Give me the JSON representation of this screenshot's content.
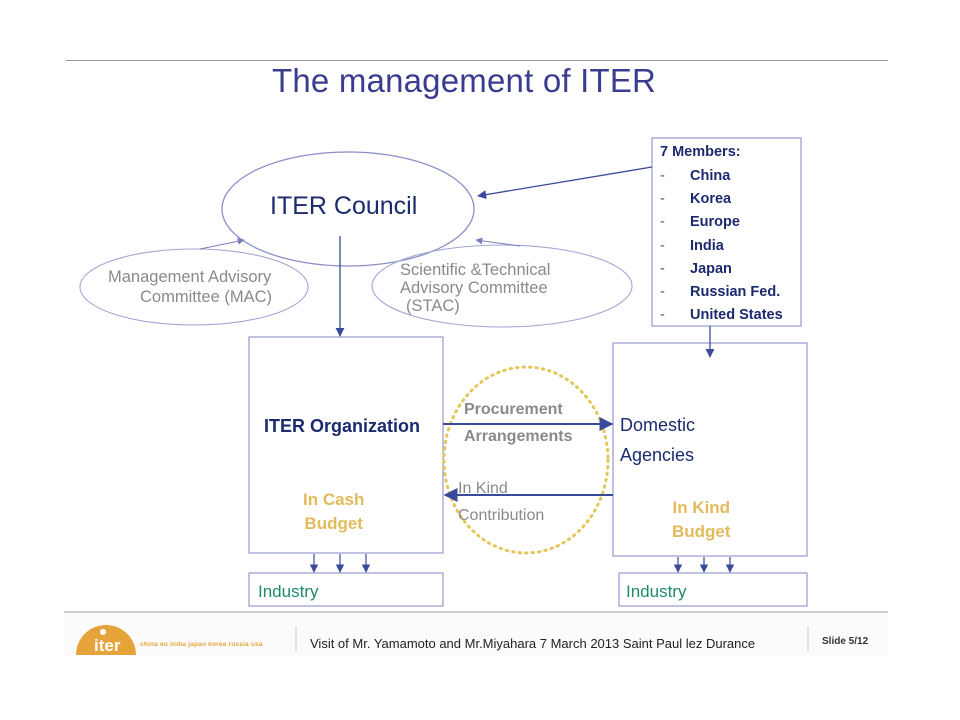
{
  "slide": {
    "title": "The management of ITER"
  },
  "diagram": {
    "council": "ITER Council",
    "mac": {
      "line1": "Management Advisory",
      "line2": "Committee (MAC)"
    },
    "stac": {
      "line1": "Scientific &Technical",
      "line2": "Advisory Committee",
      "line3": "(STAC)"
    },
    "members": {
      "heading": "7 Members:",
      "dash": "-",
      "items": [
        "China",
        "Korea",
        "Europe",
        "India",
        "Japan",
        "Russian Fed.",
        "United States"
      ]
    },
    "organization": "ITER Organization",
    "cash_budget": {
      "line1": "In Cash",
      "line2": "Budget"
    },
    "domestic_agencies": {
      "line1": "Domestic",
      "line2": "Agencies"
    },
    "kind_budget": {
      "line1": "In Kind",
      "line2": "Budget"
    },
    "procurement": {
      "line1": "Procurement",
      "line2": "Arrangements"
    },
    "in_kind_contribution": {
      "line1": "In Kind",
      "line2": "Contribution"
    },
    "industry_left": "Industry",
    "industry_right": "Industry"
  },
  "footer": {
    "logo_word": "iter",
    "logo_tagline": "china eu india japan korea russia usa",
    "text": "Visit of Mr. Yamamoto and Mr.Miyahara 7 March 2013 Saint Paul lez Durance",
    "slide_number": "Slide 5/12"
  },
  "colors": {
    "title": "#3a3d8f",
    "lines": "#8a8fc8",
    "arrows": "#3a4a9a",
    "gold": "#e1bb5c",
    "industry_text": "#1f8a6a",
    "logo": "#e5a33a"
  }
}
